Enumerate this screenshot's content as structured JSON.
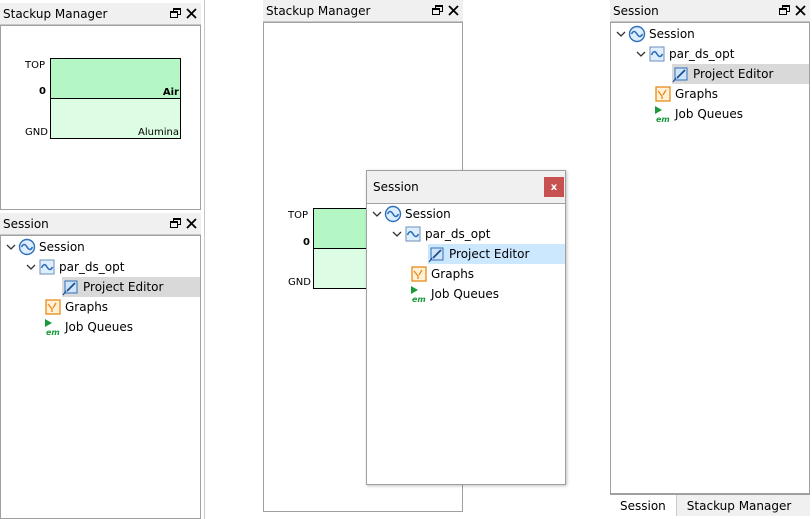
{
  "stackup_left": {
    "title": "Stackup Manager",
    "labels": {
      "top": "TOP",
      "zero": "0",
      "gnd": "GND"
    },
    "layers": {
      "upper": "Air",
      "lower": "Alumina"
    }
  },
  "session_left": {
    "title": "Session",
    "tree": {
      "session": "Session",
      "project": "par_ds_opt",
      "editor": "Project Editor",
      "graphs": "Graphs",
      "queues": "Job Queues"
    }
  },
  "stackup_center": {
    "title": "Stackup Manager",
    "labels": {
      "top": "TOP",
      "zero": "0",
      "gnd": "GND"
    }
  },
  "session_float": {
    "title": "Session",
    "close_label": "x",
    "tree": {
      "session": "Session",
      "project": "par_ds_opt",
      "editor": "Project Editor",
      "graphs": "Graphs",
      "queues": "Job Queues"
    }
  },
  "session_right": {
    "title": "Session",
    "tree": {
      "session": "Session",
      "project": "par_ds_opt",
      "editor": "Project Editor",
      "graphs": "Graphs",
      "queues": "Job Queues"
    },
    "tabs": [
      "Session",
      "Stackup Manager"
    ]
  },
  "icons": {
    "session": "session-wave-icon",
    "project": "project-wave-icon",
    "editor": "project-editor-icon",
    "graphs": "graphs-icon",
    "queues": "job-queues-em-icon",
    "float": "float-window-icon",
    "close": "close-icon"
  },
  "colors": {
    "air": "#b5f7c4",
    "alumina": "#dcfde3",
    "selection": "#d9d9d9",
    "selection_blue": "#cce8ff",
    "close_button": "#c75050"
  }
}
